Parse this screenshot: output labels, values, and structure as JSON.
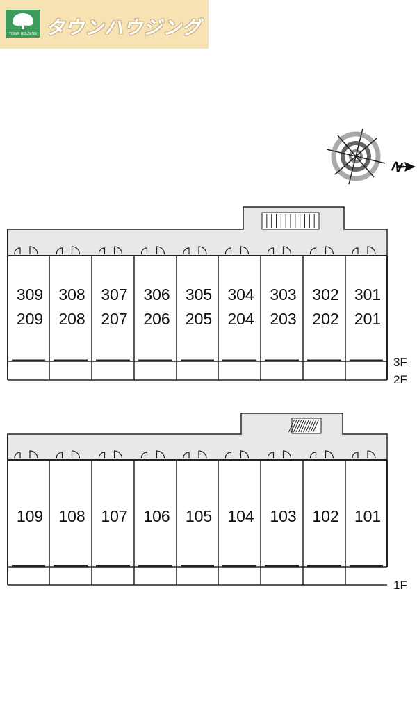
{
  "logo": {
    "brand_name": "タウンハウジング",
    "mark_text": "TOWN HOUSING"
  },
  "compass": {
    "north_label": "N"
  },
  "floors": {
    "upper": {
      "labels": [
        "3F",
        "2F"
      ],
      "units_row1": [
        "309",
        "308",
        "307",
        "306",
        "305",
        "304",
        "303",
        "302",
        "301"
      ],
      "units_row2": [
        "209",
        "208",
        "207",
        "206",
        "205",
        "204",
        "203",
        "202",
        "201"
      ]
    },
    "lower": {
      "labels": [
        "1F"
      ],
      "units": [
        "109",
        "108",
        "107",
        "106",
        "105",
        "104",
        "103",
        "102",
        "101"
      ]
    }
  },
  "colors": {
    "corridor": "#e8e8e8",
    "logo_bg": "#f7e2b4",
    "logo_green": "#3b9a5c",
    "line": "#222222"
  }
}
